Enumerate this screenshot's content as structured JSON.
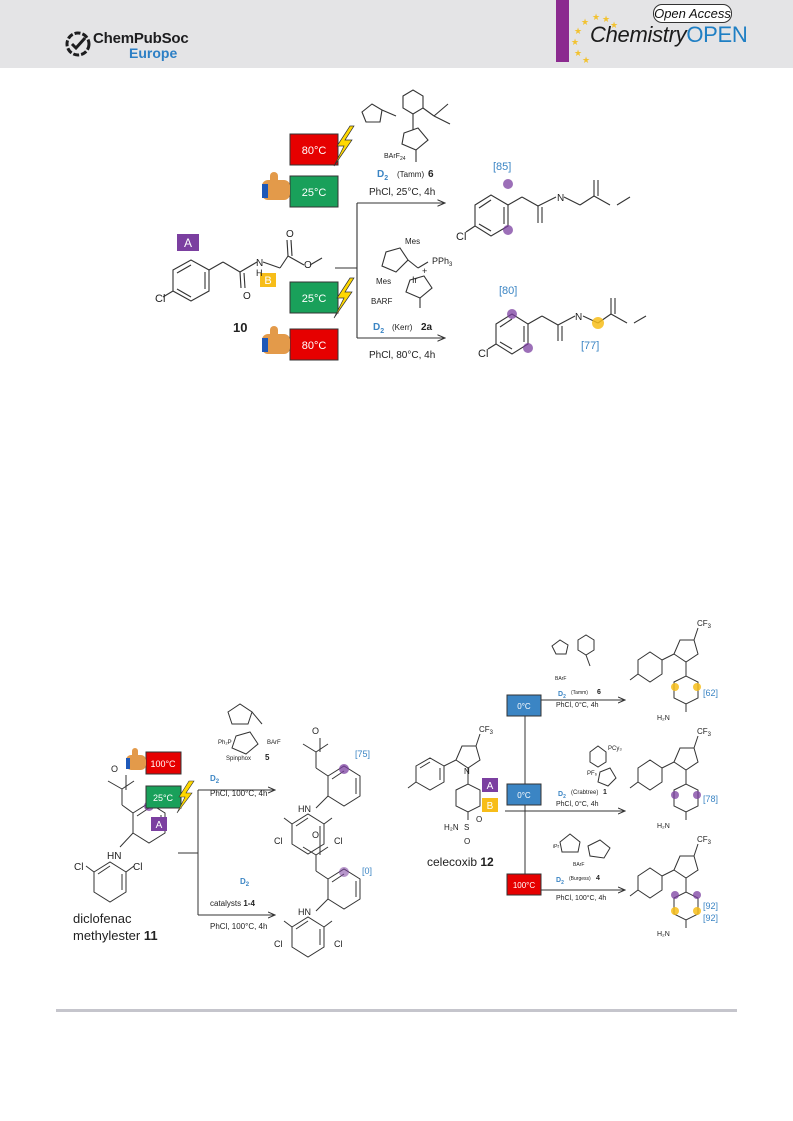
{
  "header": {
    "publisher_line1": "ChemPubSoc",
    "publisher_line2": "Europe",
    "badge": "Open Access",
    "journal_part1": "Chemistry",
    "journal_part2": "OPEN"
  },
  "colors": {
    "purple": "#7b3fa0",
    "yellow": "#f7bd19",
    "red": "#e60000",
    "green": "#19a05a",
    "blue": "#3b85c4",
    "accent": "#2c7fc5"
  },
  "scheme1": {
    "temp_hot": "80°C",
    "temp_rt": "25°C",
    "label_A": "A",
    "label_B": "B",
    "substrate": "10",
    "tamm_anion": "BArF",
    "tamm_anion_sub": "24",
    "tamm_d2": "D",
    "tamm_d2_sub": "2",
    "tamm_name": "(Tamm)",
    "tamm_no": "6",
    "tamm_cond": "PhCl, 25°C, 4h",
    "kerr_mes1": "Mes",
    "kerr_mes2": "Mes",
    "kerr_pph3": "PPh",
    "kerr_pph3_sub": "3",
    "kerr_ir": "Ir",
    "kerr_plus": "+",
    "kerr_barf": "BARF",
    "kerr_d2": "D",
    "kerr_d2_sub": "2",
    "kerr_name": "(Kerr)",
    "kerr_no": "2a",
    "kerr_cond": "PhCl, 80°C, 4h",
    "yield_top": "[85]",
    "yield_bot_aryl": "[80]",
    "yield_bot_alpha": "[77]",
    "cl": "Cl",
    "n": "N",
    "h": "H",
    "o": "O"
  },
  "scheme2": {
    "temp_hot": "100°C",
    "temp_rt": "25°C",
    "label_A": "A",
    "name1": "diclofenac",
    "name2": "methylester",
    "number": "11",
    "spin_ligand": "Spinphox",
    "spin_no": "5",
    "spin_ph2p": "Ph₂P",
    "spin_anion": "BArF",
    "spin_d2": "D",
    "spin_d2_sub": "2",
    "spin_cond": "PhCl, 100°C, 4h",
    "bot_d2": "D",
    "bot_d2_sub": "2",
    "bot_cat": "catalysts ",
    "bot_cat_no": "1-4",
    "bot_cond": "PhCl, 100°C, 4h",
    "yield_top": "[75]",
    "yield_bot": "[0]",
    "hn": "HN",
    "cl": "Cl",
    "o": "O"
  },
  "scheme3": {
    "name": "celecoxib",
    "number": "12",
    "label_A": "A",
    "label_B": "B",
    "temp1": "0°C",
    "temp2": "0°C",
    "temp3": "100°C",
    "cf3": "CF",
    "cf3_sub": "3",
    "h2n": "H₂N",
    "s": "S",
    "o": "O",
    "n": "N",
    "cat1_anion": "BArF",
    "cat1_d2": "D",
    "cat1_d2_sub": "2",
    "cat1_name": "(Tamm)",
    "cat1_no": "6",
    "cat1_cond": "PhCl, 0°C, 4h",
    "cat2_pcy3": "PCy₃",
    "cat2_pf6": "PF₆",
    "cat2_d2": "D",
    "cat2_d2_sub": "2",
    "cat2_name": "(Crabtree)",
    "cat2_no": "1",
    "cat2_cond": "PhCl, 0°C, 4h",
    "cat3_ipr": "iPr",
    "cat3_anion": "BArF",
    "cat3_d2": "D",
    "cat3_d2_sub": "2",
    "cat3_name": "(Burgess)",
    "cat3_no": "4",
    "cat3_cond": "PhCl, 100°C, 4h",
    "yield1": "[62]",
    "yield2": "[78]",
    "yield3a": "[92]",
    "yield3b": "[92]"
  }
}
